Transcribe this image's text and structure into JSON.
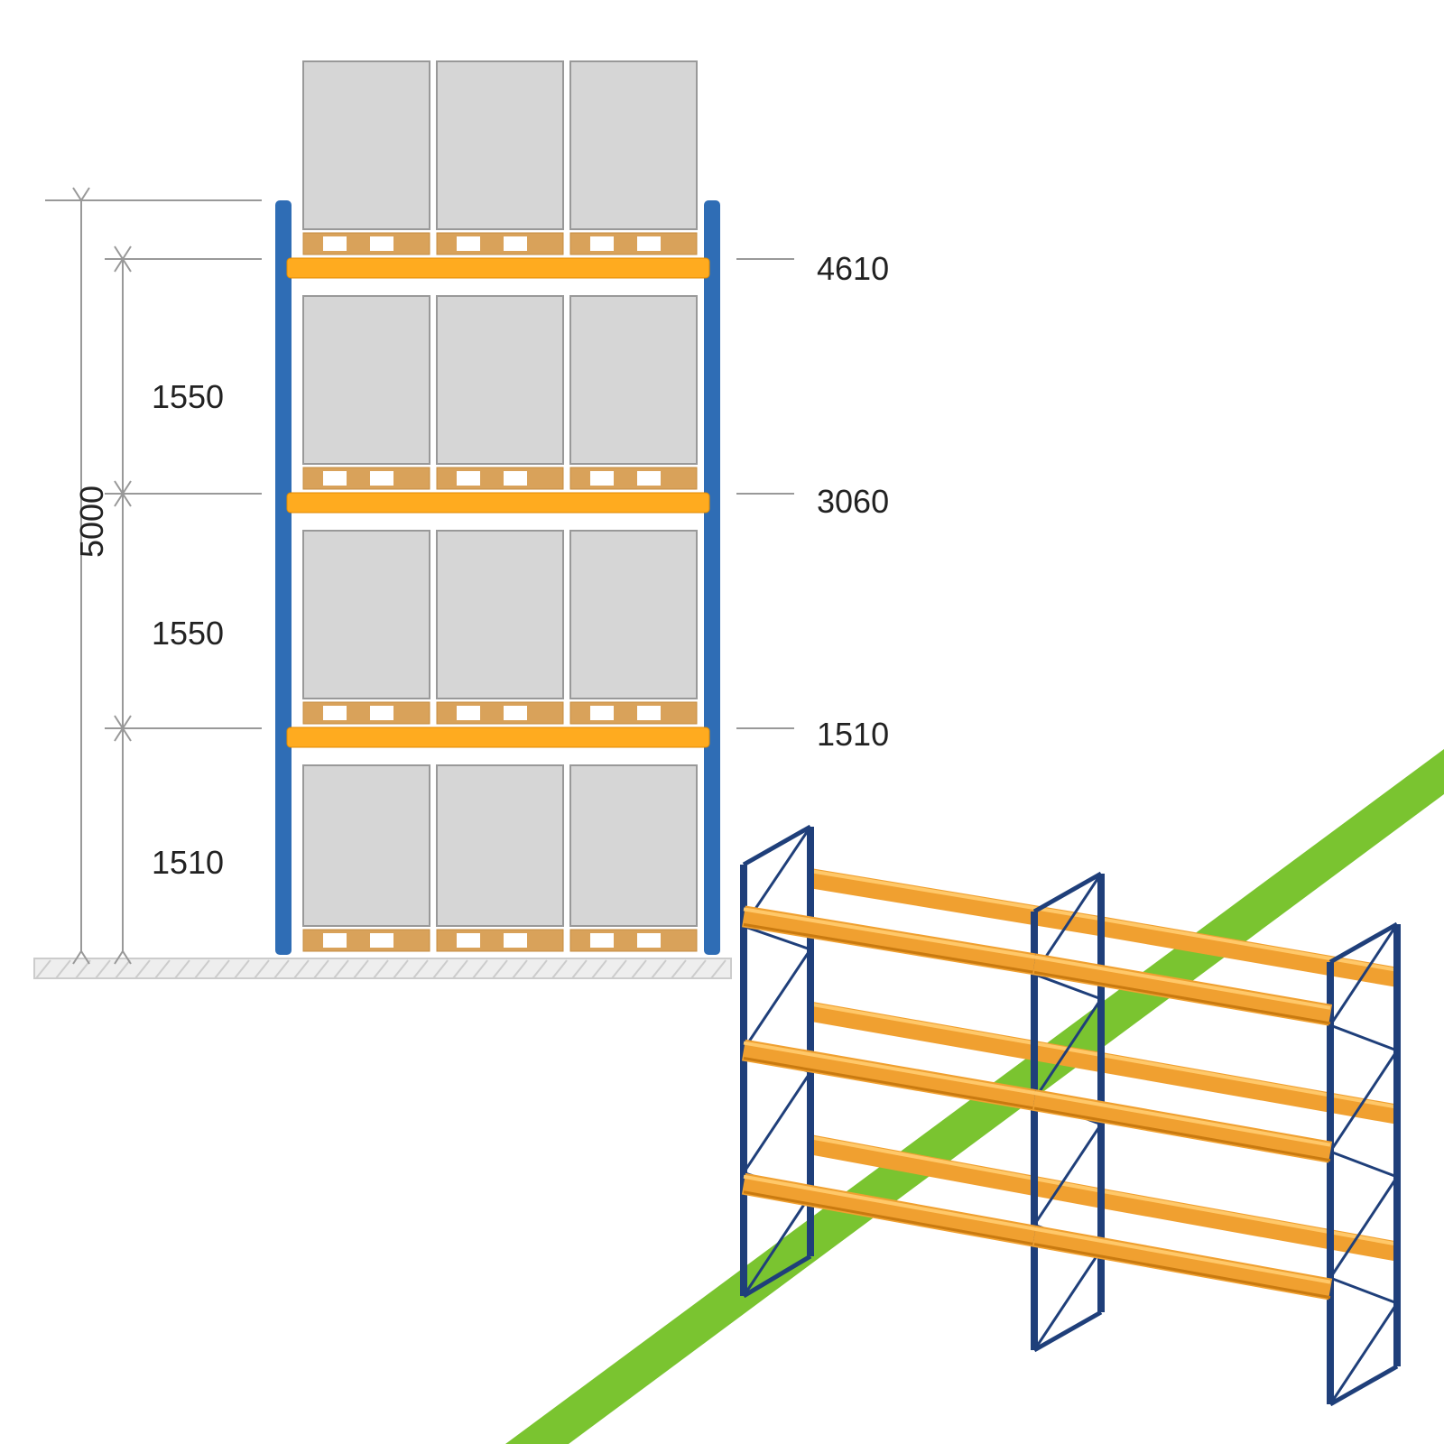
{
  "colors": {
    "upright": "#2f6db5",
    "beam": "#ffab1f",
    "box": "#d6d6d6",
    "pallet": "#d9a25a",
    "dimension": "#999999",
    "floor": "#cccccc",
    "stripe": "#7ac430",
    "iso_upright": "#1f3f7a",
    "iso_beam": "#f0a030"
  },
  "dimensions": {
    "total_height": "5000",
    "left_spans": [
      "1550",
      "1550",
      "1510"
    ],
    "right_levels": [
      "4610",
      "3060",
      "1510"
    ]
  },
  "rack": {
    "levels": 4,
    "pallets_per_level": 3
  },
  "icons": {
    "elevation_view": "rack-elevation-drawing",
    "iso_view": "rack-3d-perspective"
  }
}
